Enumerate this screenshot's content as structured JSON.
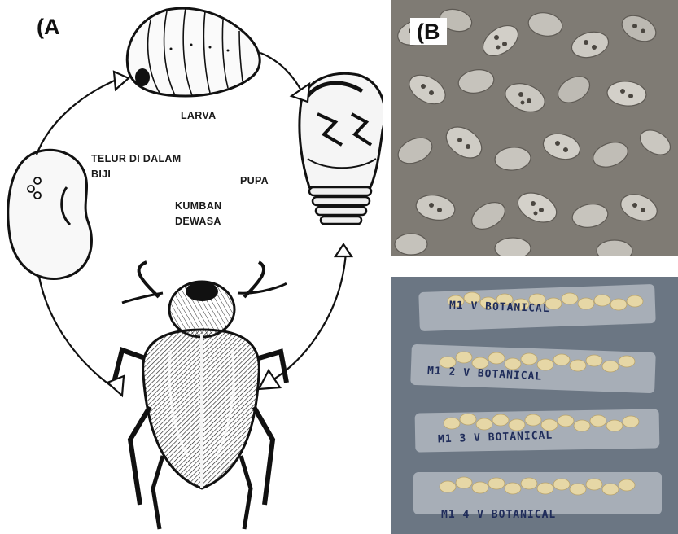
{
  "panel_a": {
    "letter": "(A",
    "stages": {
      "larva": "LARVA",
      "egg": "TELUR DI DALAM\nBIJI",
      "pupa": "PUPA",
      "adult": "KUMBAN\nDEWASA"
    }
  },
  "panel_b": {
    "letter": "(B",
    "bag_labels": [
      "M1 V BOTANICAL",
      "M1 2 V BOTANICAL",
      "M1 3 V BOTANICAL",
      "M1 4 V BOTANICAL"
    ]
  },
  "colors": {
    "ink": "#111111",
    "seed_photo_bg": "#8e8a82",
    "bag_bg": "#6f7a86",
    "seed_cream": "#e6d7a6",
    "bag_ink": "#1f2c5a"
  }
}
